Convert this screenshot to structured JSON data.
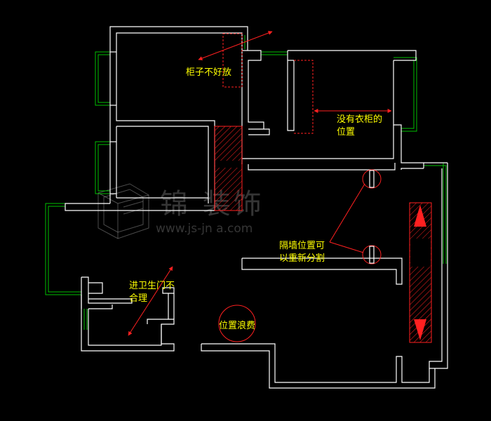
{
  "annotations": {
    "cabinet_issue": "柜子不好放",
    "no_wardrobe_line1": "没有衣柜的",
    "no_wardrobe_line2": "位置",
    "partition_line1": "隔墙位置可",
    "partition_line2": "以重新分割",
    "bath_door_line1": "进卫生门不",
    "bath_door_line2": "合理",
    "wasted_space": "位置浪费"
  },
  "small_labels": {
    "hatch_left": "",
    "hatch_right_lines": [
      "",
      "",
      "",
      "",
      ""
    ]
  },
  "watermark": {
    "text": "锦 装饰",
    "url": "www.js-jn    a.com"
  },
  "colors": {
    "background": "#000000",
    "wall": "#ffffff",
    "window": "#00c000",
    "markup": "#ff2020",
    "annotation_text": "#ffff00"
  }
}
